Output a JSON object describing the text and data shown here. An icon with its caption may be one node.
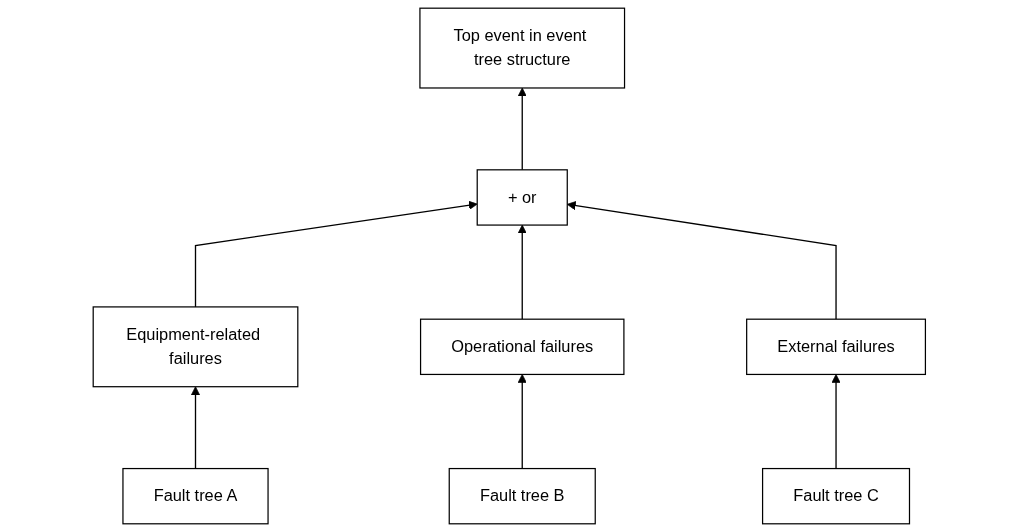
{
  "diagram": {
    "nodes": [
      {
        "text": [
          "Top event in event tree structure"
        ]
      },
      {
        "text": [
          "+ or"
        ]
      },
      {
        "text": [
          "Equipment-related failures"
        ]
      },
      {
        "text": [
          "Operational failures"
        ]
      },
      {
        "text": [
          "External failures"
        ]
      },
      {
        "text": [
          "Fault tree A"
        ]
      },
      {
        "text": [
          "Fault tree B"
        ]
      },
      {
        "text": [
          "Fault tree C"
        ]
      }
    ],
    "edges": [
      {
        "from": 1,
        "to": 0,
        "arrow": "to"
      },
      {
        "from": 2,
        "to": 1,
        "arrow": "to"
      },
      {
        "from": 3,
        "to": 1,
        "arrow": "to"
      },
      {
        "from": 4,
        "to": 1,
        "arrow": "to"
      },
      {
        "from": 5,
        "to": 2,
        "arrow": "to"
      },
      {
        "from": 6,
        "to": 3,
        "arrow": "to"
      },
      {
        "from": 7,
        "to": 4,
        "arrow": "to"
      }
    ]
  }
}
